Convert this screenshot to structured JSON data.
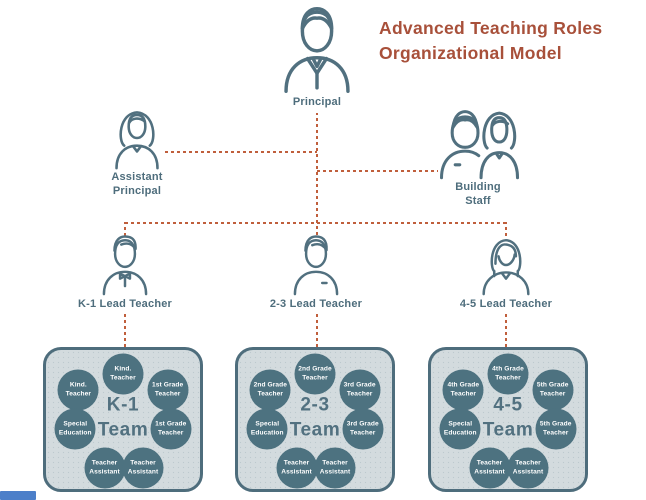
{
  "title": {
    "line1": "Advanced Teaching Roles",
    "line2": "Organizational Model"
  },
  "colors": {
    "background": "#ffffff",
    "title_text": "#a8503a",
    "connector": "#c05f3c",
    "icon_stroke": "#51707f",
    "label_text": "#4e6d7c",
    "box_fill": "#d3dbde",
    "box_dot": "#bcc9ce",
    "box_border": "#4e6d7c",
    "circle_fill": "#4d7280",
    "circle_text": "#ffffff",
    "team_label": "#527180",
    "artifact_blue": "#4c7fc9"
  },
  "icons": {
    "principal": "man-in-suit-icon",
    "assistant_principal": "woman-long-hair-icon",
    "building_staff": "man-and-woman-icon",
    "lead_k1": "man-bowtie-icon",
    "lead_23": "man-icon",
    "lead_45": "woman-bob-icon"
  },
  "nodes": {
    "principal": {
      "label": "Principal"
    },
    "assistant_principal": {
      "line1": "Assistant",
      "line2": "Principal"
    },
    "building_staff": {
      "line1": "Building",
      "line2": "Staff"
    },
    "lead_k1": {
      "label": "K-1 Lead Teacher"
    },
    "lead_23": {
      "label": "2-3 Lead Teacher"
    },
    "lead_45": {
      "label": "4-5 Lead Teacher"
    }
  },
  "teams": [
    {
      "name": "K-1",
      "team_word": "Team",
      "members": [
        "Kind. Teacher",
        "Kind. Teacher",
        "1st Grade Teacher",
        "Special Education",
        "1st Grade Teacher",
        "Teacher Assistant",
        "Teacher Assistant"
      ]
    },
    {
      "name": "2-3",
      "team_word": "Team",
      "members": [
        "2nd Grade Teacher",
        "2nd Grade Teacher",
        "3rd Grade Teacher",
        "Special Education",
        "3rd Grade Teacher",
        "Teacher Assistant",
        "Teacher Assistant"
      ]
    },
    {
      "name": "4-5",
      "team_word": "Team",
      "members": [
        "4th Grade Teacher",
        "4th Grade Teacher",
        "5th Grade Teacher",
        "Special Education",
        "5th Grade Teacher",
        "Teacher Assistant",
        "Teacher Assistant"
      ]
    }
  ]
}
